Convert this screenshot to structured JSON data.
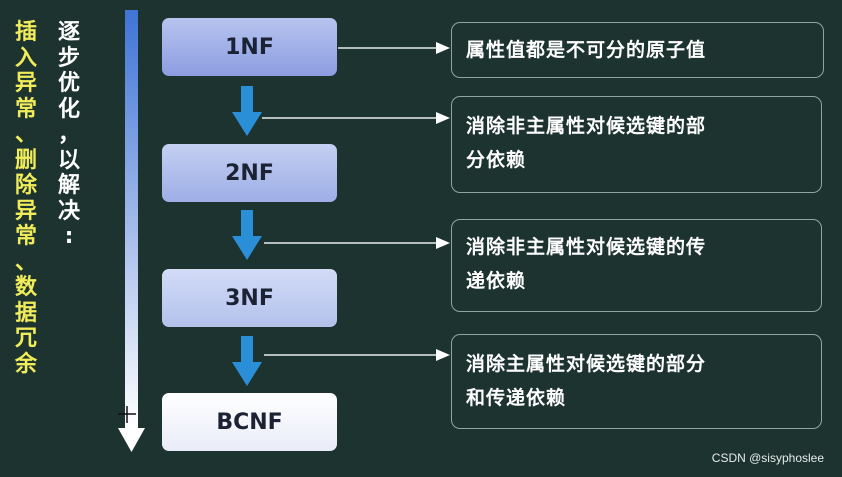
{
  "side_labels": {
    "left": [
      "插",
      "入",
      "异",
      "常",
      "、",
      "删",
      "除",
      "异",
      "常",
      "、",
      "数",
      "据",
      "冗",
      "余"
    ],
    "middle": [
      "逐",
      "步",
      "优",
      "化",
      "，",
      "以",
      "解",
      "决",
      ":"
    ]
  },
  "levels": [
    {
      "name": "1NF",
      "description": "属性值都是不可分的原子值"
    },
    {
      "name": "2NF",
      "description": "消除非主属性对候选键的部分依赖"
    },
    {
      "name": "3NF",
      "description": "消除非主属性对候选键的传递依赖"
    },
    {
      "name": "BCNF",
      "description": "消除主属性对候选键的部分和传递依赖"
    }
  ],
  "description_lines": {
    "d2": [
      "消除非主属性对候选键的部",
      "分依赖"
    ],
    "d3": [
      "消除非主属性对候选键的传",
      "递依赖"
    ],
    "d4": [
      "消除主属性对候选键的部分",
      "和传递依赖"
    ]
  },
  "watermark": "CSDN @sisyphoslee",
  "colors": {
    "background": "#1d3330",
    "highlight_text": "#f1ec5a",
    "arrow_blue": "#2b8fd8"
  }
}
